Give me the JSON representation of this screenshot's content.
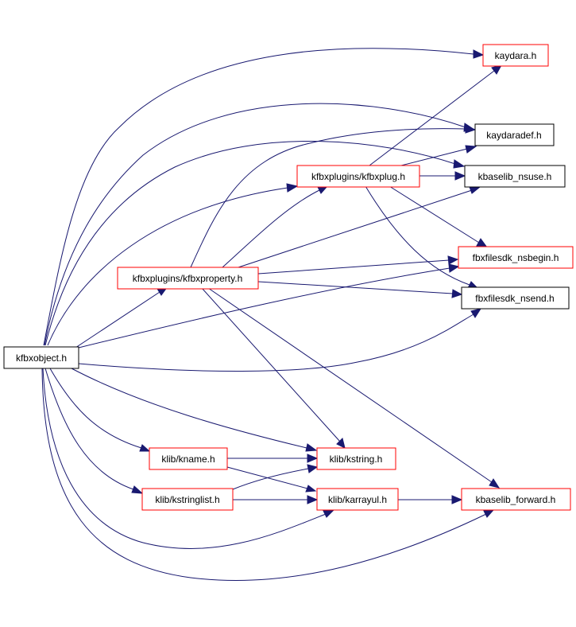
{
  "colors": {
    "edge": "#191970",
    "documented_border": "#ff0000",
    "undocumented_border": "#000000",
    "root_fill": "#bfbfbf",
    "node_fill": "#ffffff"
  },
  "nodes": {
    "kfbxobject": {
      "label": "kfbxobject.h",
      "kind": "root"
    },
    "kaydara": {
      "label": "kaydara.h",
      "kind": "documented"
    },
    "kaydaradef": {
      "label": "kaydaradef.h",
      "kind": "undocumented"
    },
    "kfbxplug": {
      "label": "kfbxplugins/kfbxplug.h",
      "kind": "documented"
    },
    "kbaselib_nsuse": {
      "label": "kbaselib_nsuse.h",
      "kind": "undocumented"
    },
    "fbxfilesdk_nsbegin": {
      "label": "fbxfilesdk_nsbegin.h",
      "kind": "documented"
    },
    "kfbxproperty": {
      "label": "kfbxplugins/kfbxproperty.h",
      "kind": "documented"
    },
    "fbxfilesdk_nsend": {
      "label": "fbxfilesdk_nsend.h",
      "kind": "undocumented"
    },
    "kname": {
      "label": "klib/kname.h",
      "kind": "documented"
    },
    "kstring": {
      "label": "klib/kstring.h",
      "kind": "documented"
    },
    "kstringlist": {
      "label": "klib/kstringlist.h",
      "kind": "documented"
    },
    "karrayul": {
      "label": "klib/karrayul.h",
      "kind": "documented"
    },
    "kbaselib_forward": {
      "label": "kbaselib_forward.h",
      "kind": "documented"
    }
  }
}
